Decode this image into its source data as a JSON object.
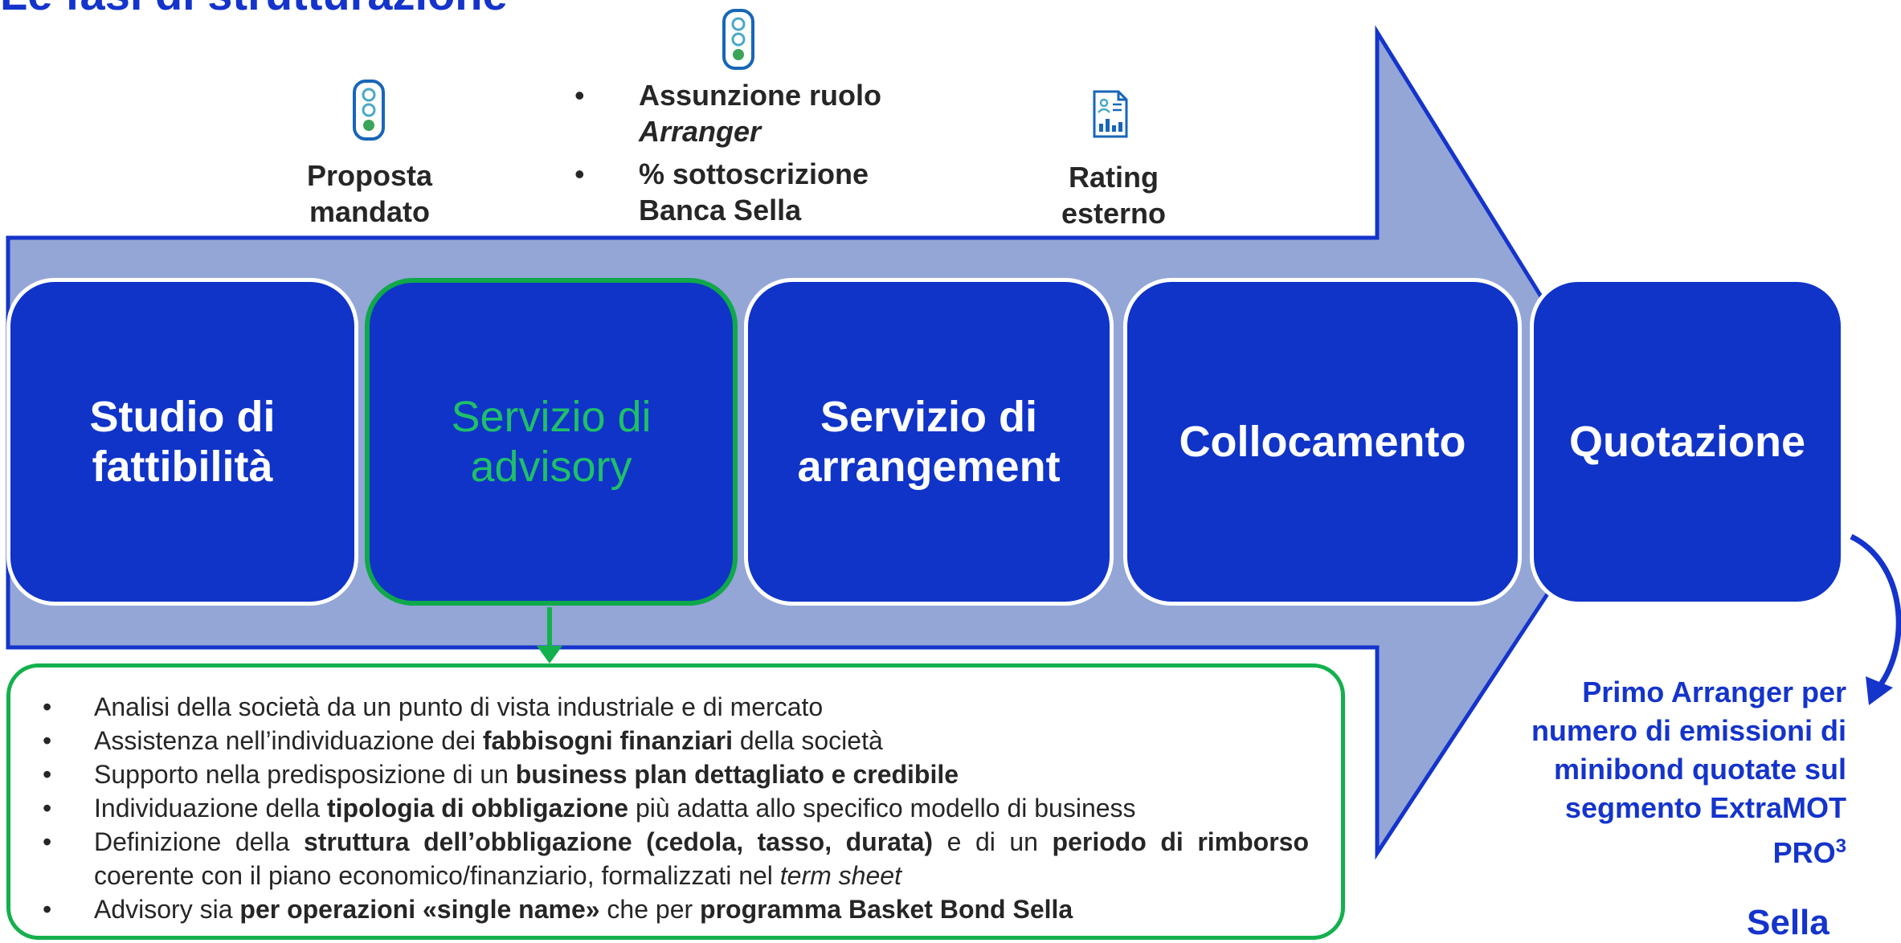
{
  "page": {
    "title": "Le fasi di strutturazione"
  },
  "colors": {
    "arrow_fill": "#93a6d6",
    "arrow_stroke": "#1434cb",
    "box_fill": "#1034c8",
    "active_border": "#0fa84a",
    "active_text": "#1fc067",
    "brand": "#1434cb"
  },
  "phases": [
    {
      "label": "Studio di\nfattibilità",
      "active": false
    },
    {
      "label": "Servizio di\nadvisory",
      "active": true
    },
    {
      "label": "Servizio di\narrangement",
      "active": false
    },
    {
      "label": "Collocamento",
      "active": false
    },
    {
      "label": "Quotazione",
      "active": false
    }
  ],
  "top_labels": {
    "proposta": "Proposta\nmandato",
    "rating": "Rating\nesterno",
    "arranger_item_prefix": "Assunzione ruolo",
    "arranger_item_italic": "Arranger",
    "sottoscrizione": "% sottoscrizione Banca Sella"
  },
  "icons": {
    "traffic_light_1": "traffic-light-icon",
    "traffic_light_2": "traffic-light-icon",
    "rating_report": "report-chart-icon"
  },
  "advisory_details": [
    [
      {
        "t": "Analisi della società da un punto di vista industriale e di mercato"
      }
    ],
    [
      {
        "t": "Assistenza nell’individuazione dei "
      },
      {
        "t": "fabbisogni finanziari",
        "b": true
      },
      {
        "t": " della società"
      }
    ],
    [
      {
        "t": "Supporto nella predisposizione di un "
      },
      {
        "t": "business plan dettagliato e credibile",
        "b": true
      }
    ],
    [
      {
        "t": "Individuazione della "
      },
      {
        "t": "tipologia di obbligazione",
        "b": true
      },
      {
        "t": " più adatta allo specifico modello di business"
      }
    ],
    [
      {
        "t": "Definizione della "
      },
      {
        "t": "struttura dell’obbligazione (cedola, tasso, durata)",
        "b": true
      },
      {
        "t": " e di un "
      },
      {
        "t": "periodo di rimborso",
        "b": true
      },
      {
        "t": " coerente con il piano economico/finanziario, formalizzati nel "
      },
      {
        "t": "term sheet",
        "i": true
      }
    ],
    [
      {
        "t": "Advisory sia "
      },
      {
        "t": "per operazioni «single name»",
        "b": true
      },
      {
        "t": " che per "
      },
      {
        "t": "programma Basket Bond Sella",
        "b": true
      }
    ]
  ],
  "side_note": {
    "text": "Primo Arranger per numero di emissioni di minibond quotate sul segmento ExtraMOT PRO",
    "superscript": "3"
  },
  "logo": {
    "text": "Sella"
  }
}
